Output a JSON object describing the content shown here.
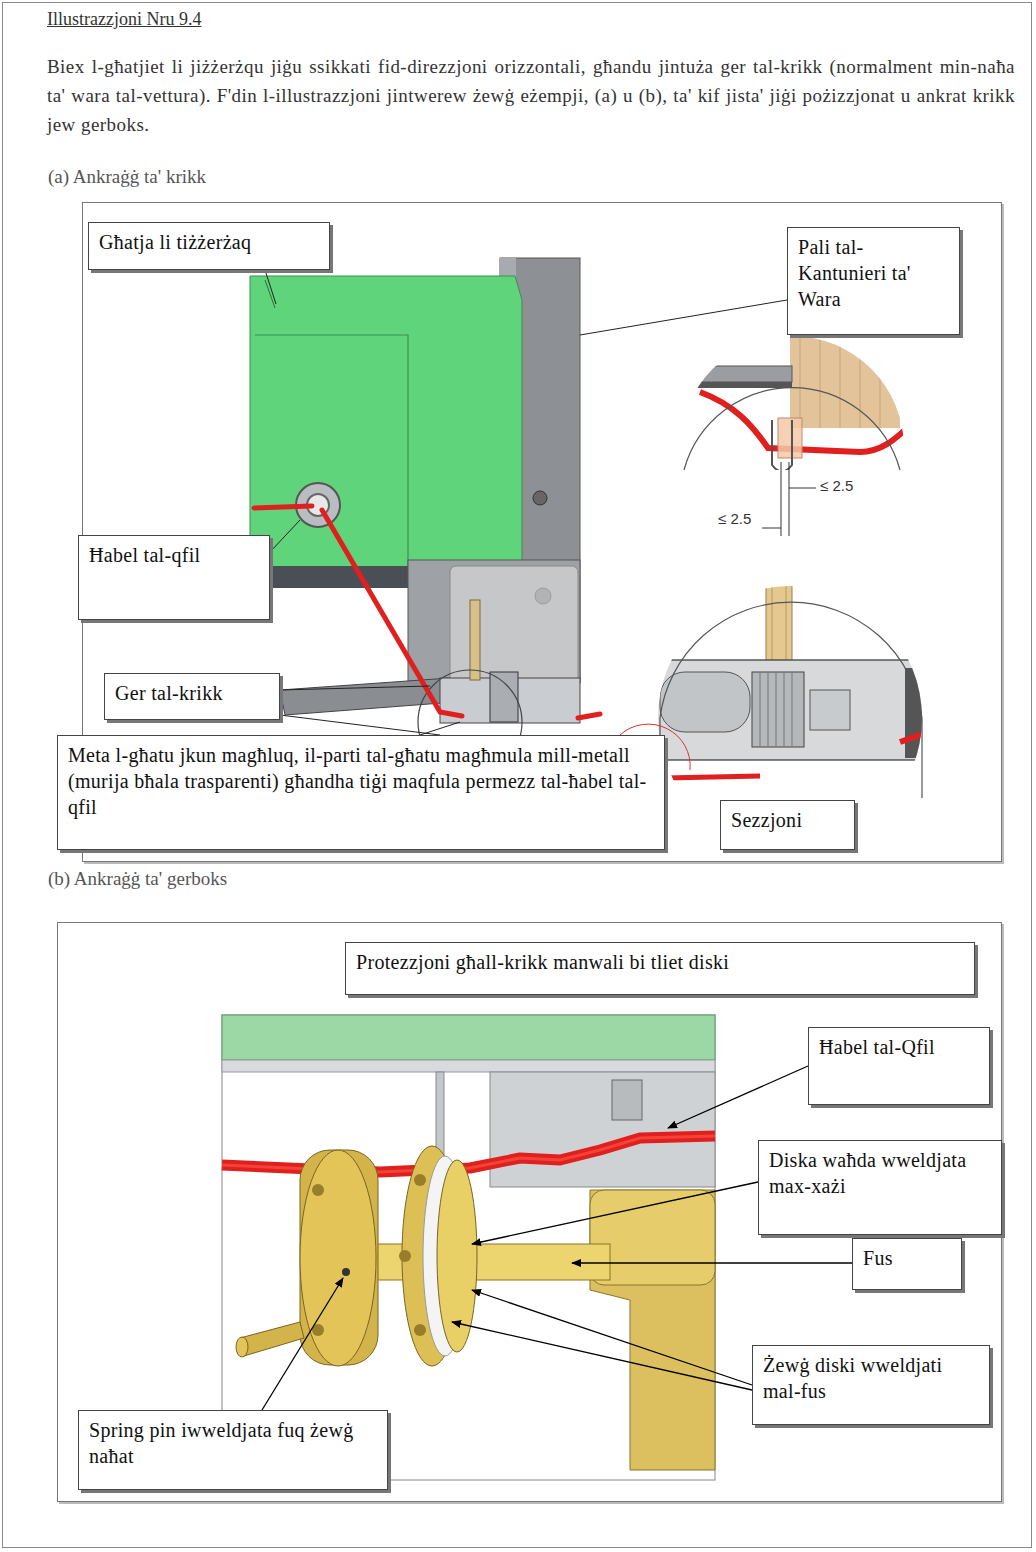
{
  "diagram": {
    "title": "Illustrazzjoni Nru 9.4",
    "nodes": [
      {
        "text": [
          "(a) Ankraġġ ta' krikk"
        ]
      },
      {
        "text": [
          "Għatja li tiżżerżaq"
        ],
        "in": 0
      },
      {
        "text": [
          "Pali tal-Kantunieri ta' Wara"
        ],
        "in": 0
      },
      {
        "text": [
          "Ħabel tal-qfil"
        ],
        "in": 0
      },
      {
        "text": [
          "Ger tal-krikk"
        ],
        "in": 0
      },
      {
        "text": [
          "Meta l-għatu jkun magħluq, il-parti tal-għatu magħmula mill-metall (murija bħala trasparenti) għandha tiġi maqfula permezz tal-ħabel tal-qfil"
        ],
        "in": 0
      },
      {
        "text": [
          "Sezzjoni"
        ],
        "in": 0
      },
      {
        "text": [
          "(b) Ankraġġ ta' gerboks"
        ]
      },
      {
        "text": [
          "Protezzjoni għall-krikk manwali bi tliet diski"
        ],
        "in": 7
      },
      {
        "text": [
          "Ħabel tal-Qfil"
        ],
        "in": 7
      },
      {
        "text": [
          "Diska waħda wweldjata max-xażi"
        ],
        "in": 7
      },
      {
        "text": [
          "Fus"
        ],
        "in": 7
      },
      {
        "text": [
          "Żewġ diski wweldjati mal-fus"
        ],
        "in": 7
      },
      {
        "text": [
          "Spring pin iwweldjata fuq żewġ naħat"
        ],
        "in": 7
      }
    ],
    "labels": [
      "Biex l-għatjiet li jiżżerżqu jiġu ssikkati fid-direzzjoni orizzontali, għandu jintuża ger tal-krikk (normalment min-naħa ta' wara tal-vettura). F'din l-illustrazzjoni jintwerew żewġ eżempji, (a) u (b), ta' kif jista' jiġi pożizzjonat u ankrat krikk jew gerboks.",
      "≤ 2.5",
      "≤ 2.5"
    ]
  }
}
